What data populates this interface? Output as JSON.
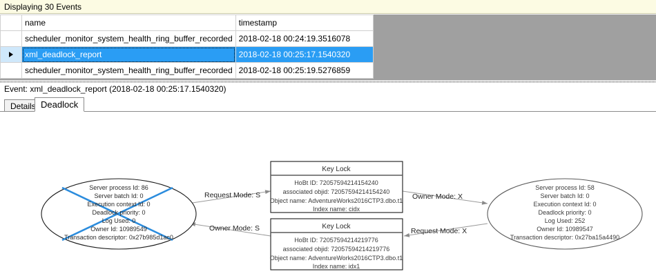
{
  "banner": {
    "text": "Displaying 30 Events"
  },
  "grid": {
    "columns": [
      "",
      "name",
      "timestamp"
    ],
    "rows": [
      {
        "selector": "",
        "name": "scheduler_monitor_system_health_ring_buffer_recorded",
        "timestamp": "2018-02-18 00:24:19.3516078",
        "selected": false
      },
      {
        "selector": "row-marker-icon",
        "name": "xml_deadlock_report",
        "timestamp": "2018-02-18 00:25:17.1540320",
        "selected": true
      },
      {
        "selector": "",
        "name": "scheduler_monitor_system_health_ring_buffer_recorded",
        "timestamp": "2018-02-18 00:25:19.5276859",
        "selected": false
      }
    ]
  },
  "event_header": {
    "text": "Event: xml_deadlock_report (2018-02-18 00:25:17.1540320)"
  },
  "tabs": [
    {
      "label": "Details",
      "active": false
    },
    {
      "label": "Deadlock",
      "active": true
    }
  ],
  "deadlock_graph": {
    "victim_process": {
      "lines": [
        "Server process Id: 86",
        "Server batch Id: 0",
        "Execution context Id: 0",
        "Deadlock priority: 0",
        "Log Used: 0",
        "Owner Id: 10989549",
        "Transaction descriptor: 0x27b985d1ac0"
      ],
      "is_victim": true,
      "victim_cross_color": "#2b8cdd"
    },
    "surviving_process": {
      "lines": [
        "Server process Id: 58",
        "Server batch Id: 0",
        "Execution context Id: 0",
        "Deadlock priority: 0",
        "Log Used: 252",
        "Owner Id: 10989547",
        "Transaction descriptor: 0x27ba15a4490"
      ],
      "is_victim": false
    },
    "resource_top": {
      "title": "Key Lock",
      "lines": [
        "HoBt ID: 72057594214154240",
        "associated objid: 72057594214154240",
        "Object name: AdventureWorks2016CTP3.dbo.t1",
        "Index name: cidx"
      ]
    },
    "resource_bottom": {
      "title": "Key Lock",
      "lines": [
        "HoBt ID: 72057594214219776",
        "associated objid: 72057594214219776",
        "Object name: AdventureWorks2016CTP3.dbo.t1",
        "Index name: idx1"
      ]
    },
    "edges": [
      {
        "label": "Request Mode: S",
        "from": "victim_process",
        "to": "resource_top"
      },
      {
        "label": "Owner Mode: X",
        "from": "resource_top",
        "to": "surviving_process"
      },
      {
        "label": "Owner Mode: S",
        "from": "resource_bottom",
        "to": "victim_process"
      },
      {
        "label": "Request Mode: X",
        "from": "surviving_process",
        "to": "resource_bottom"
      }
    ]
  }
}
